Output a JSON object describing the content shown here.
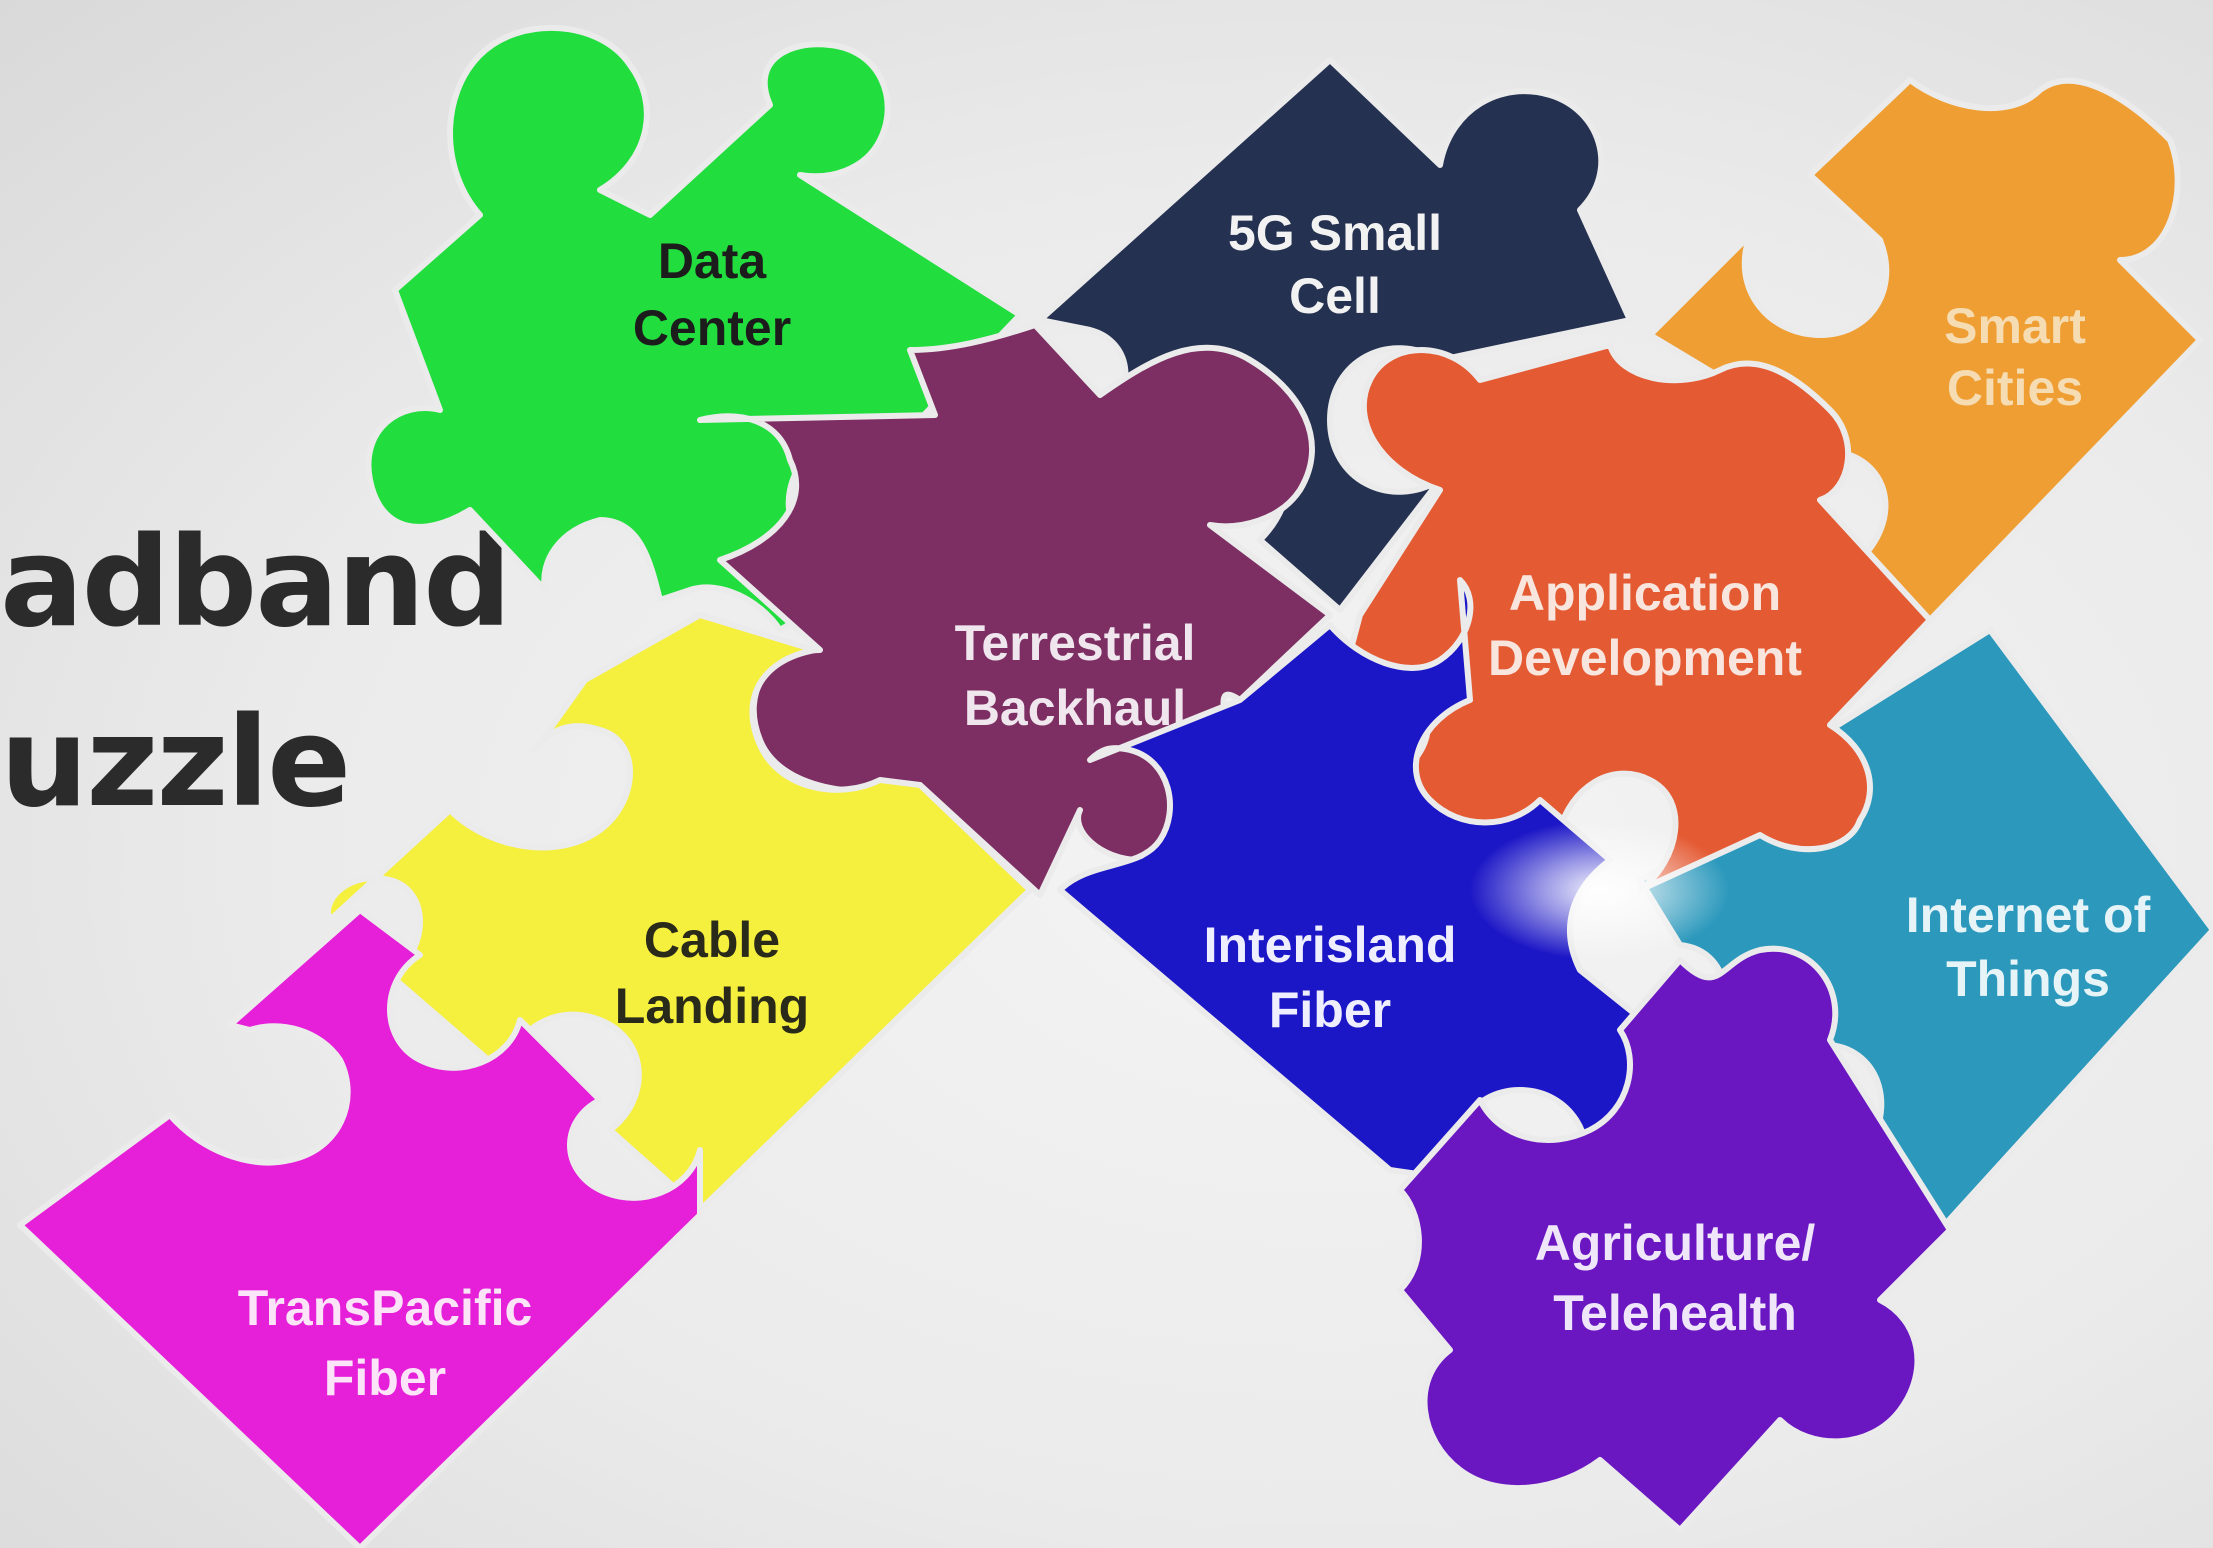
{
  "slide": {
    "title_line1": "adband",
    "title_line2": "uzzle"
  },
  "pieces": {
    "data_center": {
      "line1": "Data",
      "line2": "Center",
      "fill": "#22dd3e",
      "text_color": "#1c1c1c"
    },
    "small_cell": {
      "line1": "5G Small",
      "line2": "Cell",
      "fill": "#253150",
      "text_color": "#f2f2f2"
    },
    "smart_cities": {
      "line1": "Smart",
      "line2": "Cities",
      "fill": "#ef9e33",
      "text_color": "#f6dcb2"
    },
    "terrestrial_backhaul": {
      "line1": "Terrestrial",
      "line2": "Backhaul",
      "fill": "#7d2f63",
      "text_color": "#f0e6ee"
    },
    "application_development": {
      "line1": "Application",
      "line2": "Development",
      "fill": "#e45a33",
      "text_color": "#f8e6de"
    },
    "cable_landing": {
      "line1": "Cable",
      "line2": "Landing",
      "fill": "#f5ef3e",
      "text_color": "#2a2a1a"
    },
    "interisland_fiber": {
      "line1": "Interisland",
      "line2": "Fiber",
      "fill": "#1c17c6",
      "text_color": "#eeeeff"
    },
    "internet_of_things": {
      "line1": "Internet of",
      "line2": "Things",
      "fill": "#2b98bc",
      "text_color": "#e6f4f8"
    },
    "transpacific_fiber": {
      "line1": "TransPacific",
      "line2": "Fiber",
      "fill": "#e61fd8",
      "text_color": "#fbe4f8"
    },
    "agriculture_telehealth": {
      "line1": "Agriculture/",
      "line2": "Telehealth",
      "fill": "#6a17c2",
      "text_color": "#efe6fa"
    }
  }
}
